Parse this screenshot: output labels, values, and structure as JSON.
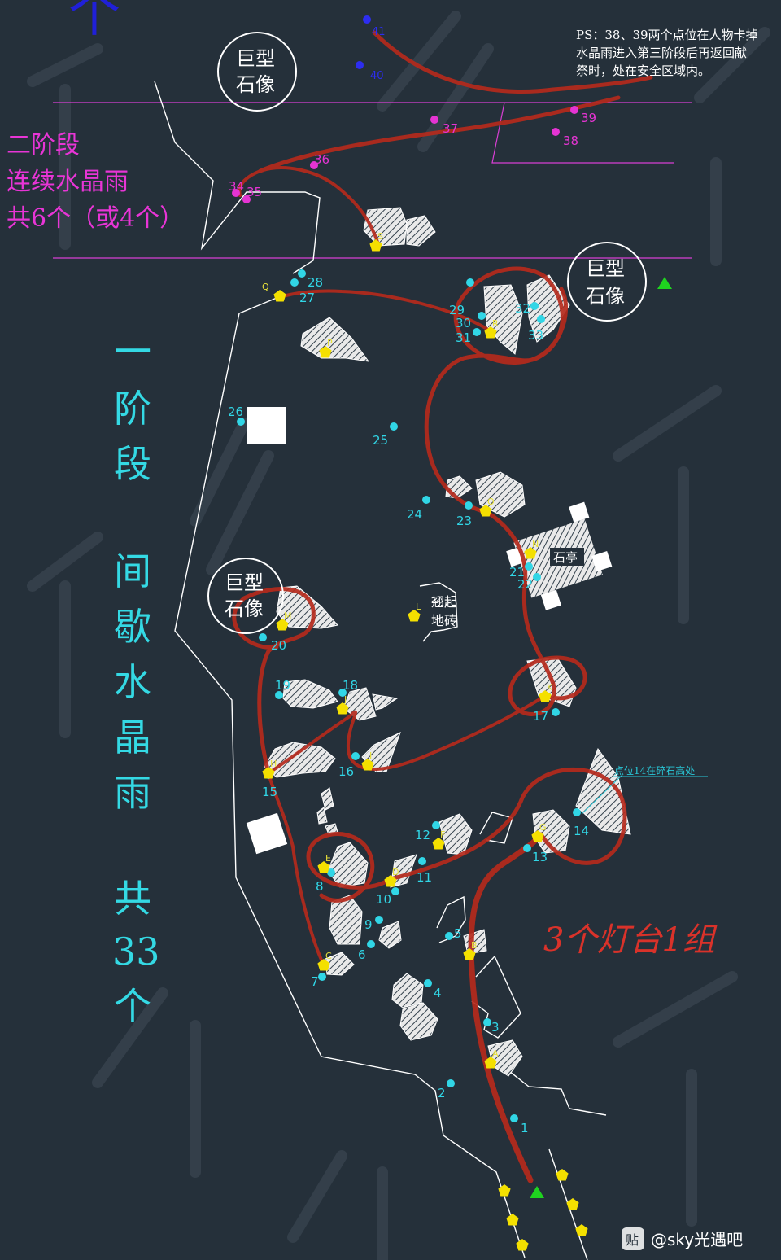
{
  "colors": {
    "background": "#25303a",
    "cyan": "#31d6e6",
    "magenta": "#e534d3",
    "blue": "#2d2df0",
    "yellow": "#f4e000",
    "red_route": "#b52a1c",
    "green": "#1fd41f",
    "white": "#ffffff"
  },
  "texts": {
    "stage2": [
      "二阶段",
      "连续水晶雨",
      "共6个（或4个）"
    ],
    "stage1": [
      "一",
      "阶",
      "段",
      "间",
      "歇",
      "水",
      "晶",
      "雨",
      "共",
      "33",
      "个"
    ],
    "ps_note": [
      "PS：38、39两个点位在人物卡掉",
      "水晶雨进入第三阶段后再返回献",
      "祭时，处在安全区域内。"
    ],
    "statue_label": [
      "巨型",
      "石像"
    ],
    "pavilion": "石亭",
    "tiles": [
      "翘起",
      "地砖"
    ],
    "point14_note": "点位14在碎石高处",
    "handwritten": "3个灯台1组",
    "watermark_icon": "贴",
    "watermark": "@sky光遇吧",
    "top_glyph": "个"
  },
  "points_stage1": [
    "1",
    "2",
    "3",
    "4",
    "5",
    "6",
    "7",
    "8",
    "9",
    "10",
    "11",
    "12",
    "13",
    "14",
    "15",
    "16",
    "17",
    "18",
    "19",
    "20",
    "21",
    "22",
    "23",
    "24",
    "25",
    "26",
    "27",
    "28",
    "29",
    "30",
    "31",
    "32",
    "33"
  ],
  "points_stage2": [
    "34",
    "35",
    "36",
    "37",
    "38",
    "39"
  ],
  "points_stage3": [
    "40",
    "41"
  ],
  "lamp_letters": [
    "A",
    "B",
    "C",
    "D",
    "E",
    "F",
    "G",
    "H",
    "I",
    "J",
    "K",
    "L",
    "M",
    "N",
    "O",
    "P",
    "Q",
    "R",
    "S"
  ],
  "icons": [
    "pentagon-marker-icon",
    "green-triangle-icon"
  ]
}
